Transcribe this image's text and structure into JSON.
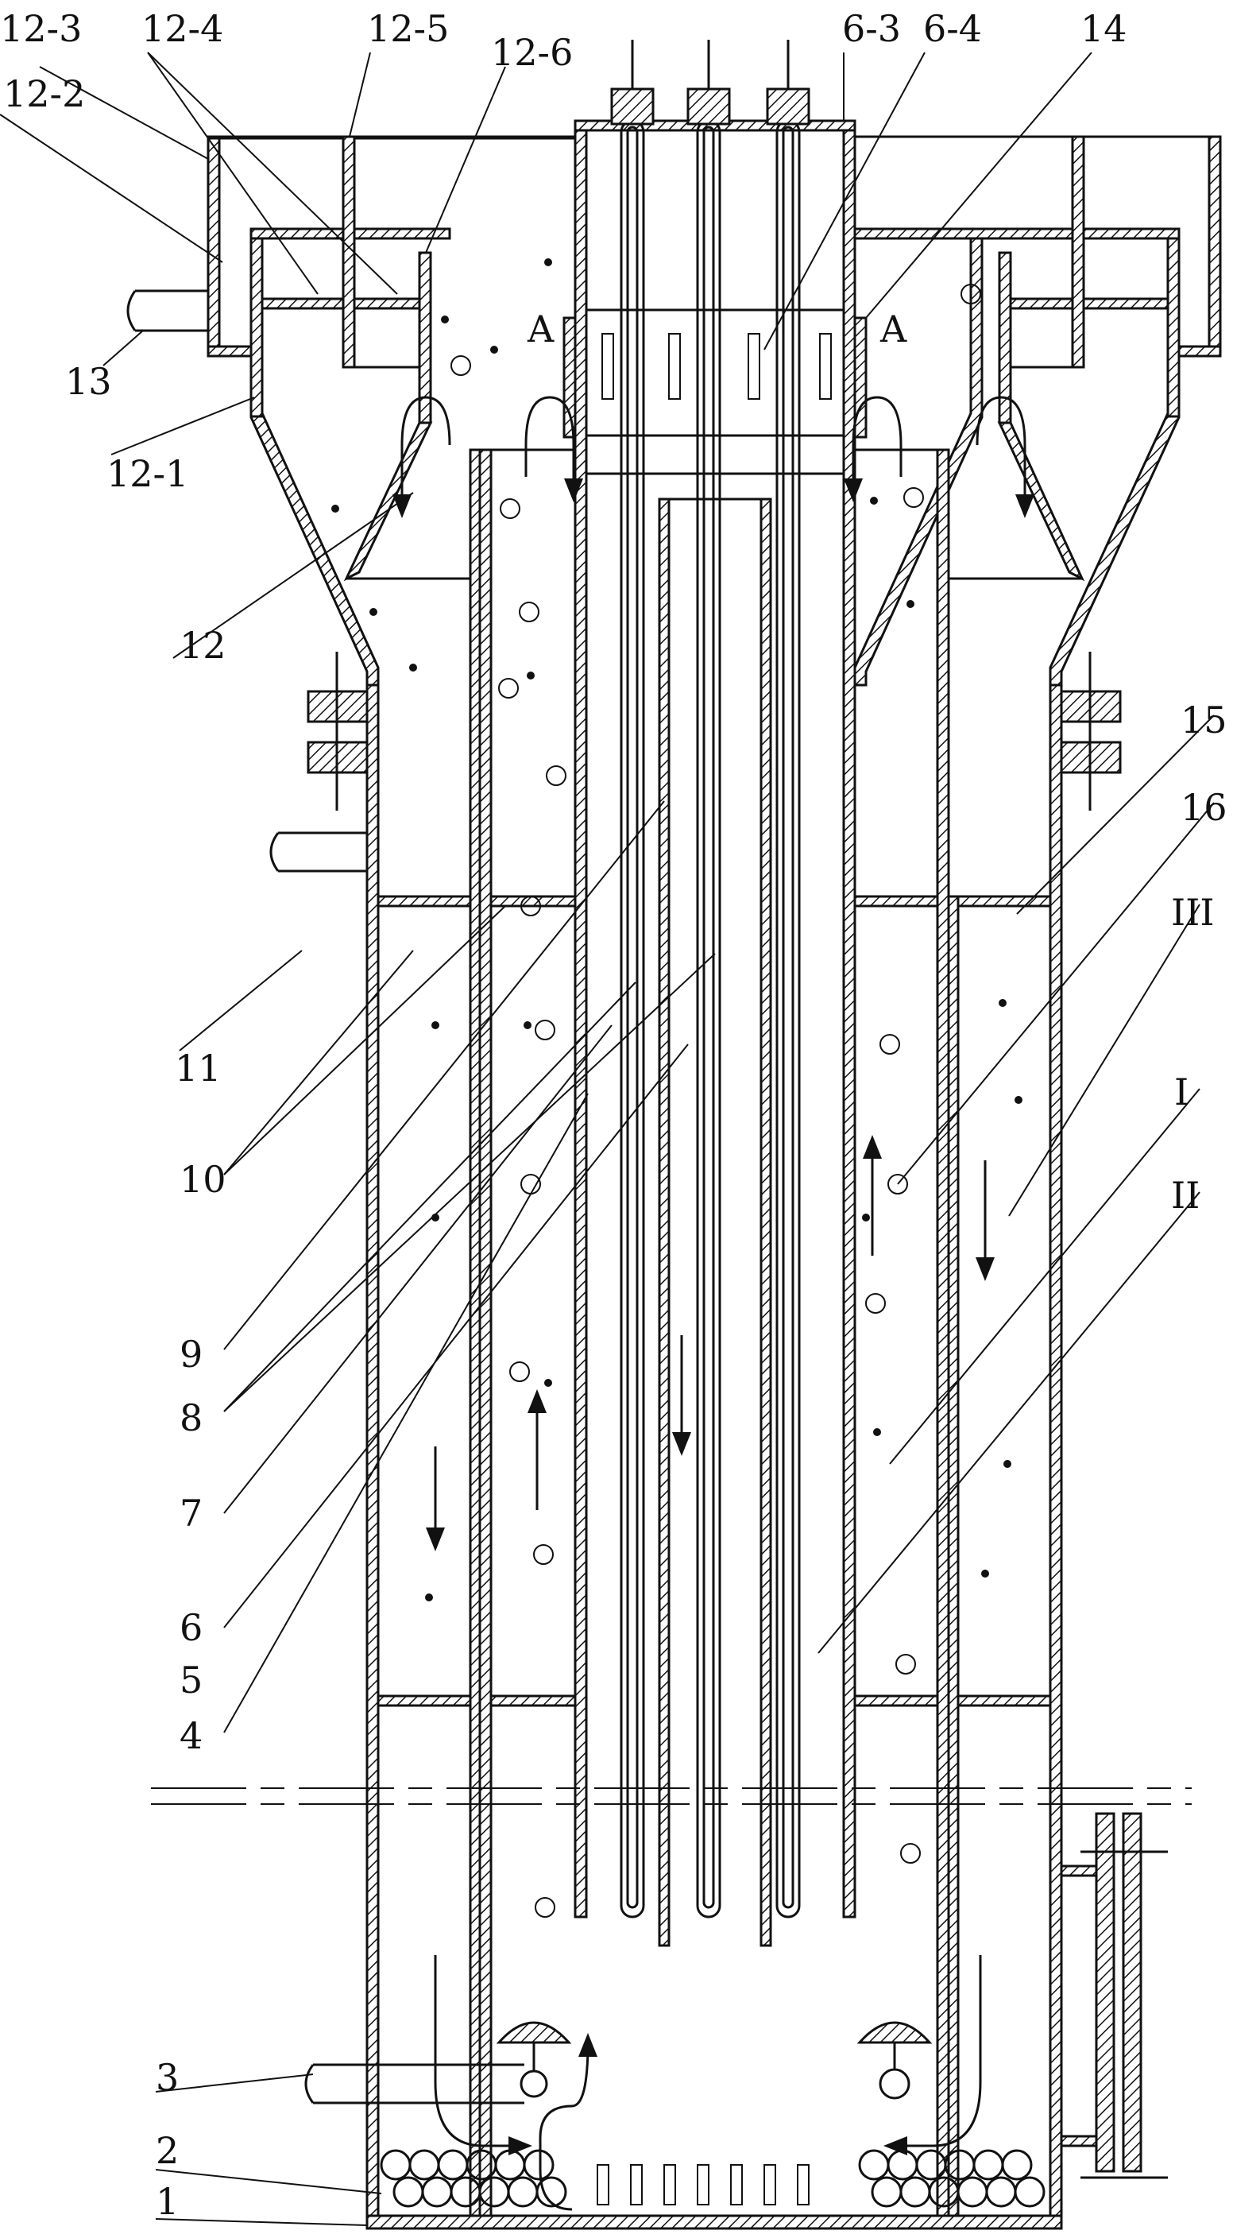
{
  "labels": {
    "l_12_3": "12-3",
    "l_12_4": "12-4",
    "l_12_5": "12-5",
    "l_12_6": "12-6",
    "l_6_3": "6-3",
    "l_6_4": "6-4",
    "l_14": "14",
    "l_12_2": "12-2",
    "l_13": "13",
    "l_12_1": "12-1",
    "l_12": "12",
    "l_15": "15",
    "l_16": "16",
    "l_III": "III",
    "l_I": "I",
    "l_II": "II",
    "l_11": "11",
    "l_10": "10",
    "l_9": "9",
    "l_8": "8",
    "l_7": "7",
    "l_6": "6",
    "l_5": "5",
    "l_4": "4",
    "l_3": "3",
    "l_2": "2",
    "l_1": "1",
    "section_left": "A",
    "section_right": "A"
  },
  "colors": {
    "ink": "#111111",
    "paper": "#ffffff"
  }
}
